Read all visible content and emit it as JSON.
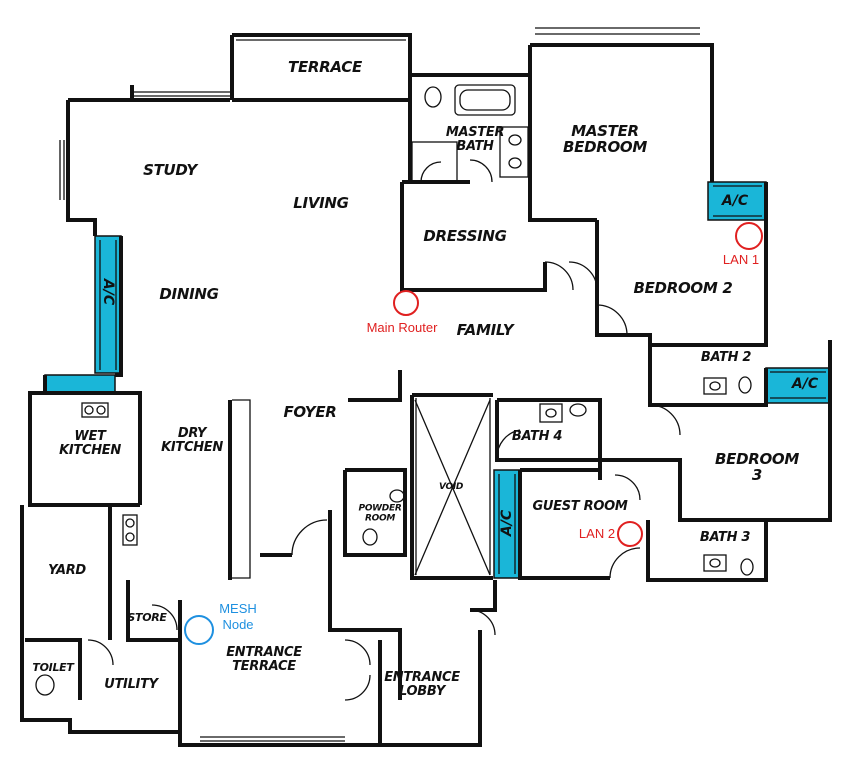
{
  "rooms": {
    "terrace": "TERRACE",
    "master_bath": "MASTER\nBATH",
    "master_bedroom": "MASTER\nBEDROOM",
    "study": "STUDY",
    "living": "LIVING",
    "dressing": "DRESSING",
    "bedroom_2": "BEDROOM 2",
    "dining": "DINING",
    "family": "FAMILY",
    "bath_2": "BATH 2",
    "wet_kitchen": "WET\nKITCHEN",
    "dry_kitchen": "DRY\nKITCHEN",
    "foyer": "FOYER",
    "bath_4": "BATH 4",
    "bedroom_3": "BEDROOM 3",
    "powder_room": "POWDER\nROOM",
    "void": "VOID",
    "guest_room": "GUEST ROOM",
    "bath_3": "BATH 3",
    "yard": "YARD",
    "store": "STORE",
    "entrance_terrace": "ENTRANCE\nTERRACE",
    "toilet": "TOILET",
    "utility": "UTILITY",
    "entrance_lobby": "ENTRANCE\nLOBBY"
  },
  "ac_labels": {
    "ac_bedroom2": "A/C",
    "ac_dining": "A/C",
    "ac_bedroom3": "A/C",
    "ac_guest": "A/C"
  },
  "annotations": {
    "main_router": "Main Router",
    "lan1": "LAN 1",
    "lan2": "LAN 2",
    "mesh_node": "MESH\nNode"
  },
  "colors": {
    "router_marker": "#e02020",
    "mesh_marker": "#1e90e0",
    "ac_fill": "#1ab6d8",
    "wall": "#111111"
  }
}
